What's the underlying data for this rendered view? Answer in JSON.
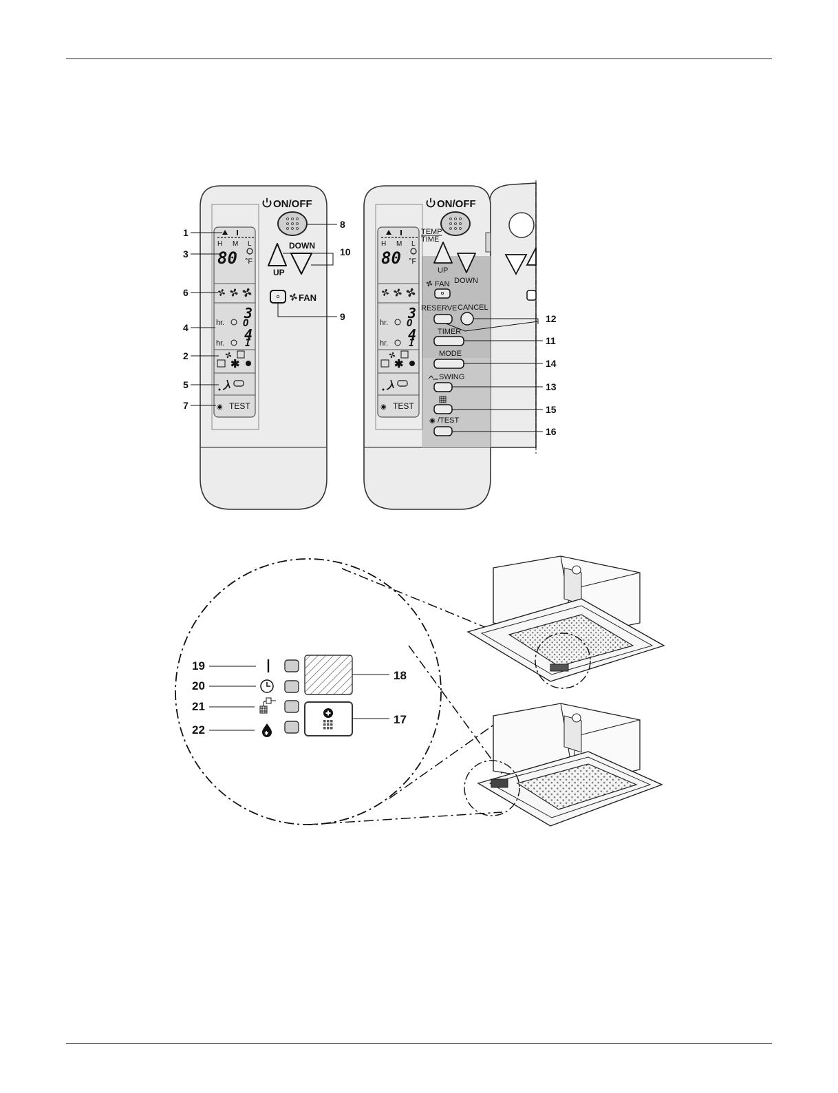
{
  "page": {
    "rules": [
      "top-rule",
      "bottom-rule"
    ]
  },
  "remote_basic": {
    "power_label": "ON/OFF",
    "speed_markers": [
      "H",
      "M",
      "L"
    ],
    "temp_display": "80",
    "temp_unit": "°F",
    "up_label": "UP",
    "down_label": "DOWN",
    "fan_label": "FAN",
    "hr_label_1": "hr.",
    "hr_label_2": "hr.",
    "digit_3": "3",
    "digit_4": "4",
    "digit_0": "O",
    "digit_1": "I",
    "test_label": "TEST",
    "callouts": {
      "c1": "1",
      "c3": "3",
      "c6": "6",
      "c4": "4",
      "c2": "2",
      "c5": "5",
      "c7": "7",
      "c8": "8",
      "c10": "10",
      "c9": "9"
    }
  },
  "remote_open": {
    "power_label": "ON/OFF",
    "speed_markers": [
      "H",
      "M",
      "L"
    ],
    "temp_display": "80",
    "temp_unit": "°F",
    "temp_label": "TEMP",
    "time_label": "TIME",
    "up_label": "UP",
    "down_label": "DOWN",
    "fan_label": "FAN",
    "reserve_label": "RESERVE",
    "cancel_label": "CANCEL",
    "timer_label": "TIMER",
    "mode_label": "MODE",
    "swing_label": "SWING",
    "test_label": "/TEST",
    "lcd_test_label": "TEST",
    "hr_label_1": "hr.",
    "hr_label_2": "hr.",
    "digit_3": "3",
    "digit_4": "4",
    "digit_0": "O",
    "digit_1": "I",
    "callouts": {
      "c12": "12",
      "c11": "11",
      "c14": "14",
      "c13": "13",
      "c15": "15",
      "c16": "16"
    }
  },
  "indicator_panel": {
    "callouts": {
      "c19": "19",
      "c20": "20",
      "c21": "21",
      "c22": "22",
      "c18": "18",
      "c17": "17"
    }
  },
  "colors": {
    "remote_body": "#ececec",
    "lcd": "#dcdcdc",
    "shade": "#c8c8c8",
    "ink": "#111111"
  }
}
